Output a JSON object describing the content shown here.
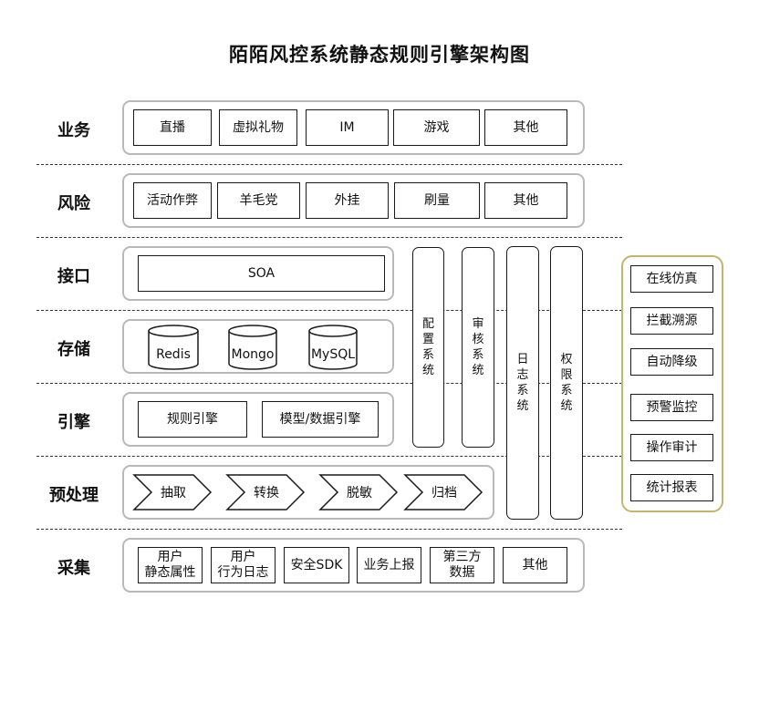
{
  "title": "陌陌风控系统静态规则引擎架构图",
  "layers": {
    "business": {
      "label": "业务",
      "items": [
        "直播",
        "虚拟礼物",
        "IM",
        "游戏",
        "其他"
      ]
    },
    "risk": {
      "label": "风险",
      "items": [
        "活动作弊",
        "羊毛党",
        "外挂",
        "刷量",
        "其他"
      ]
    },
    "interface": {
      "label": "接口",
      "items": [
        "SOA"
      ]
    },
    "storage": {
      "label": "存储",
      "items": [
        "Redis",
        "Mongo",
        "MySQL"
      ]
    },
    "engine": {
      "label": "引擎",
      "items": [
        "规则引擎",
        "模型/数据引擎"
      ]
    },
    "preprocess": {
      "label": "预处理",
      "items": [
        "抽取",
        "转换",
        "脱敏",
        "归档"
      ]
    },
    "collect": {
      "label": "采集",
      "items": [
        "用户\n静态属性",
        "用户\n行为日志",
        "安全SDK",
        "业务上报",
        "第三方\n数据",
        "其他"
      ]
    }
  },
  "vertical_systems": [
    "配置系统",
    "审核系统",
    "日志系统",
    "权限系统"
  ],
  "side_tools": [
    "在线仿真",
    "拦截溯源",
    "自动降级",
    "预警监控",
    "操作审计",
    "统计报表"
  ],
  "colors": {
    "group_border": "#b9b9b9",
    "side_border": "#c8b36a",
    "box_border": "#1a1a1a"
  }
}
